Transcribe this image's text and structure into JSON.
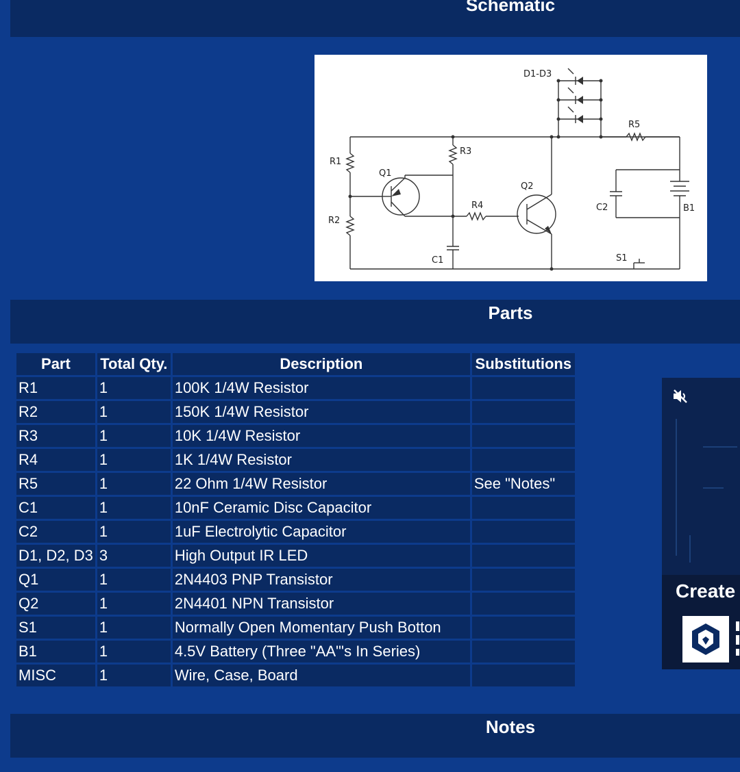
{
  "sections": {
    "schematic_title": "Schematic",
    "parts_title": "Parts",
    "notes_title": "Notes"
  },
  "schematic": {
    "labels": {
      "d1_d3": "D1-D3",
      "r1": "R1",
      "r2": "R2",
      "r3": "R3",
      "r4": "R4",
      "r5": "R5",
      "q1": "Q1",
      "q2": "Q2",
      "c1": "C1",
      "c2": "C2",
      "s1": "S1",
      "b1": "B1"
    }
  },
  "parts_table": {
    "headers": [
      "Part",
      "Total Qty.",
      "Description",
      "Substitutions"
    ],
    "rows": [
      [
        "R1",
        "1",
        "100K 1/4W Resistor",
        ""
      ],
      [
        "R2",
        "1",
        "150K 1/4W Resistor",
        ""
      ],
      [
        "R3",
        "1",
        "10K 1/4W Resistor",
        ""
      ],
      [
        "R4",
        "1",
        "1K 1/4W Resistor",
        ""
      ],
      [
        "R5",
        "1",
        "22 Ohm 1/4W Resistor",
        "See \"Notes\""
      ],
      [
        "C1",
        "1",
        "10nF Ceramic Disc Capacitor",
        ""
      ],
      [
        "C2",
        "1",
        "1uF Electrolytic Capacitor",
        ""
      ],
      [
        "D1, D2, D3",
        "3",
        "High Output IR LED",
        ""
      ],
      [
        "Q1",
        "1",
        "2N4403 PNP Transistor",
        ""
      ],
      [
        "Q2",
        "1",
        "2N4401 NPN Transistor",
        ""
      ],
      [
        "S1",
        "1",
        "Normally Open Momentary Push Botton",
        ""
      ],
      [
        "B1",
        "1",
        "4.5V Battery (Three \"AA\"'s In Series)",
        ""
      ],
      [
        "MISC",
        "1",
        "Wire, Case, Board",
        ""
      ]
    ]
  },
  "ad": {
    "headline": "Create",
    "mute_icon": "speaker-muted-icon",
    "logo_icon": "shield-logo-icon",
    "colors": {
      "background": "#0b1a3a",
      "logo_bg": "#ffffff",
      "logo_fg": "#0a2a62"
    }
  },
  "colors": {
    "page_background": "#0d3b8c",
    "band_background": "#0a2a62",
    "text": "#ffffff"
  }
}
